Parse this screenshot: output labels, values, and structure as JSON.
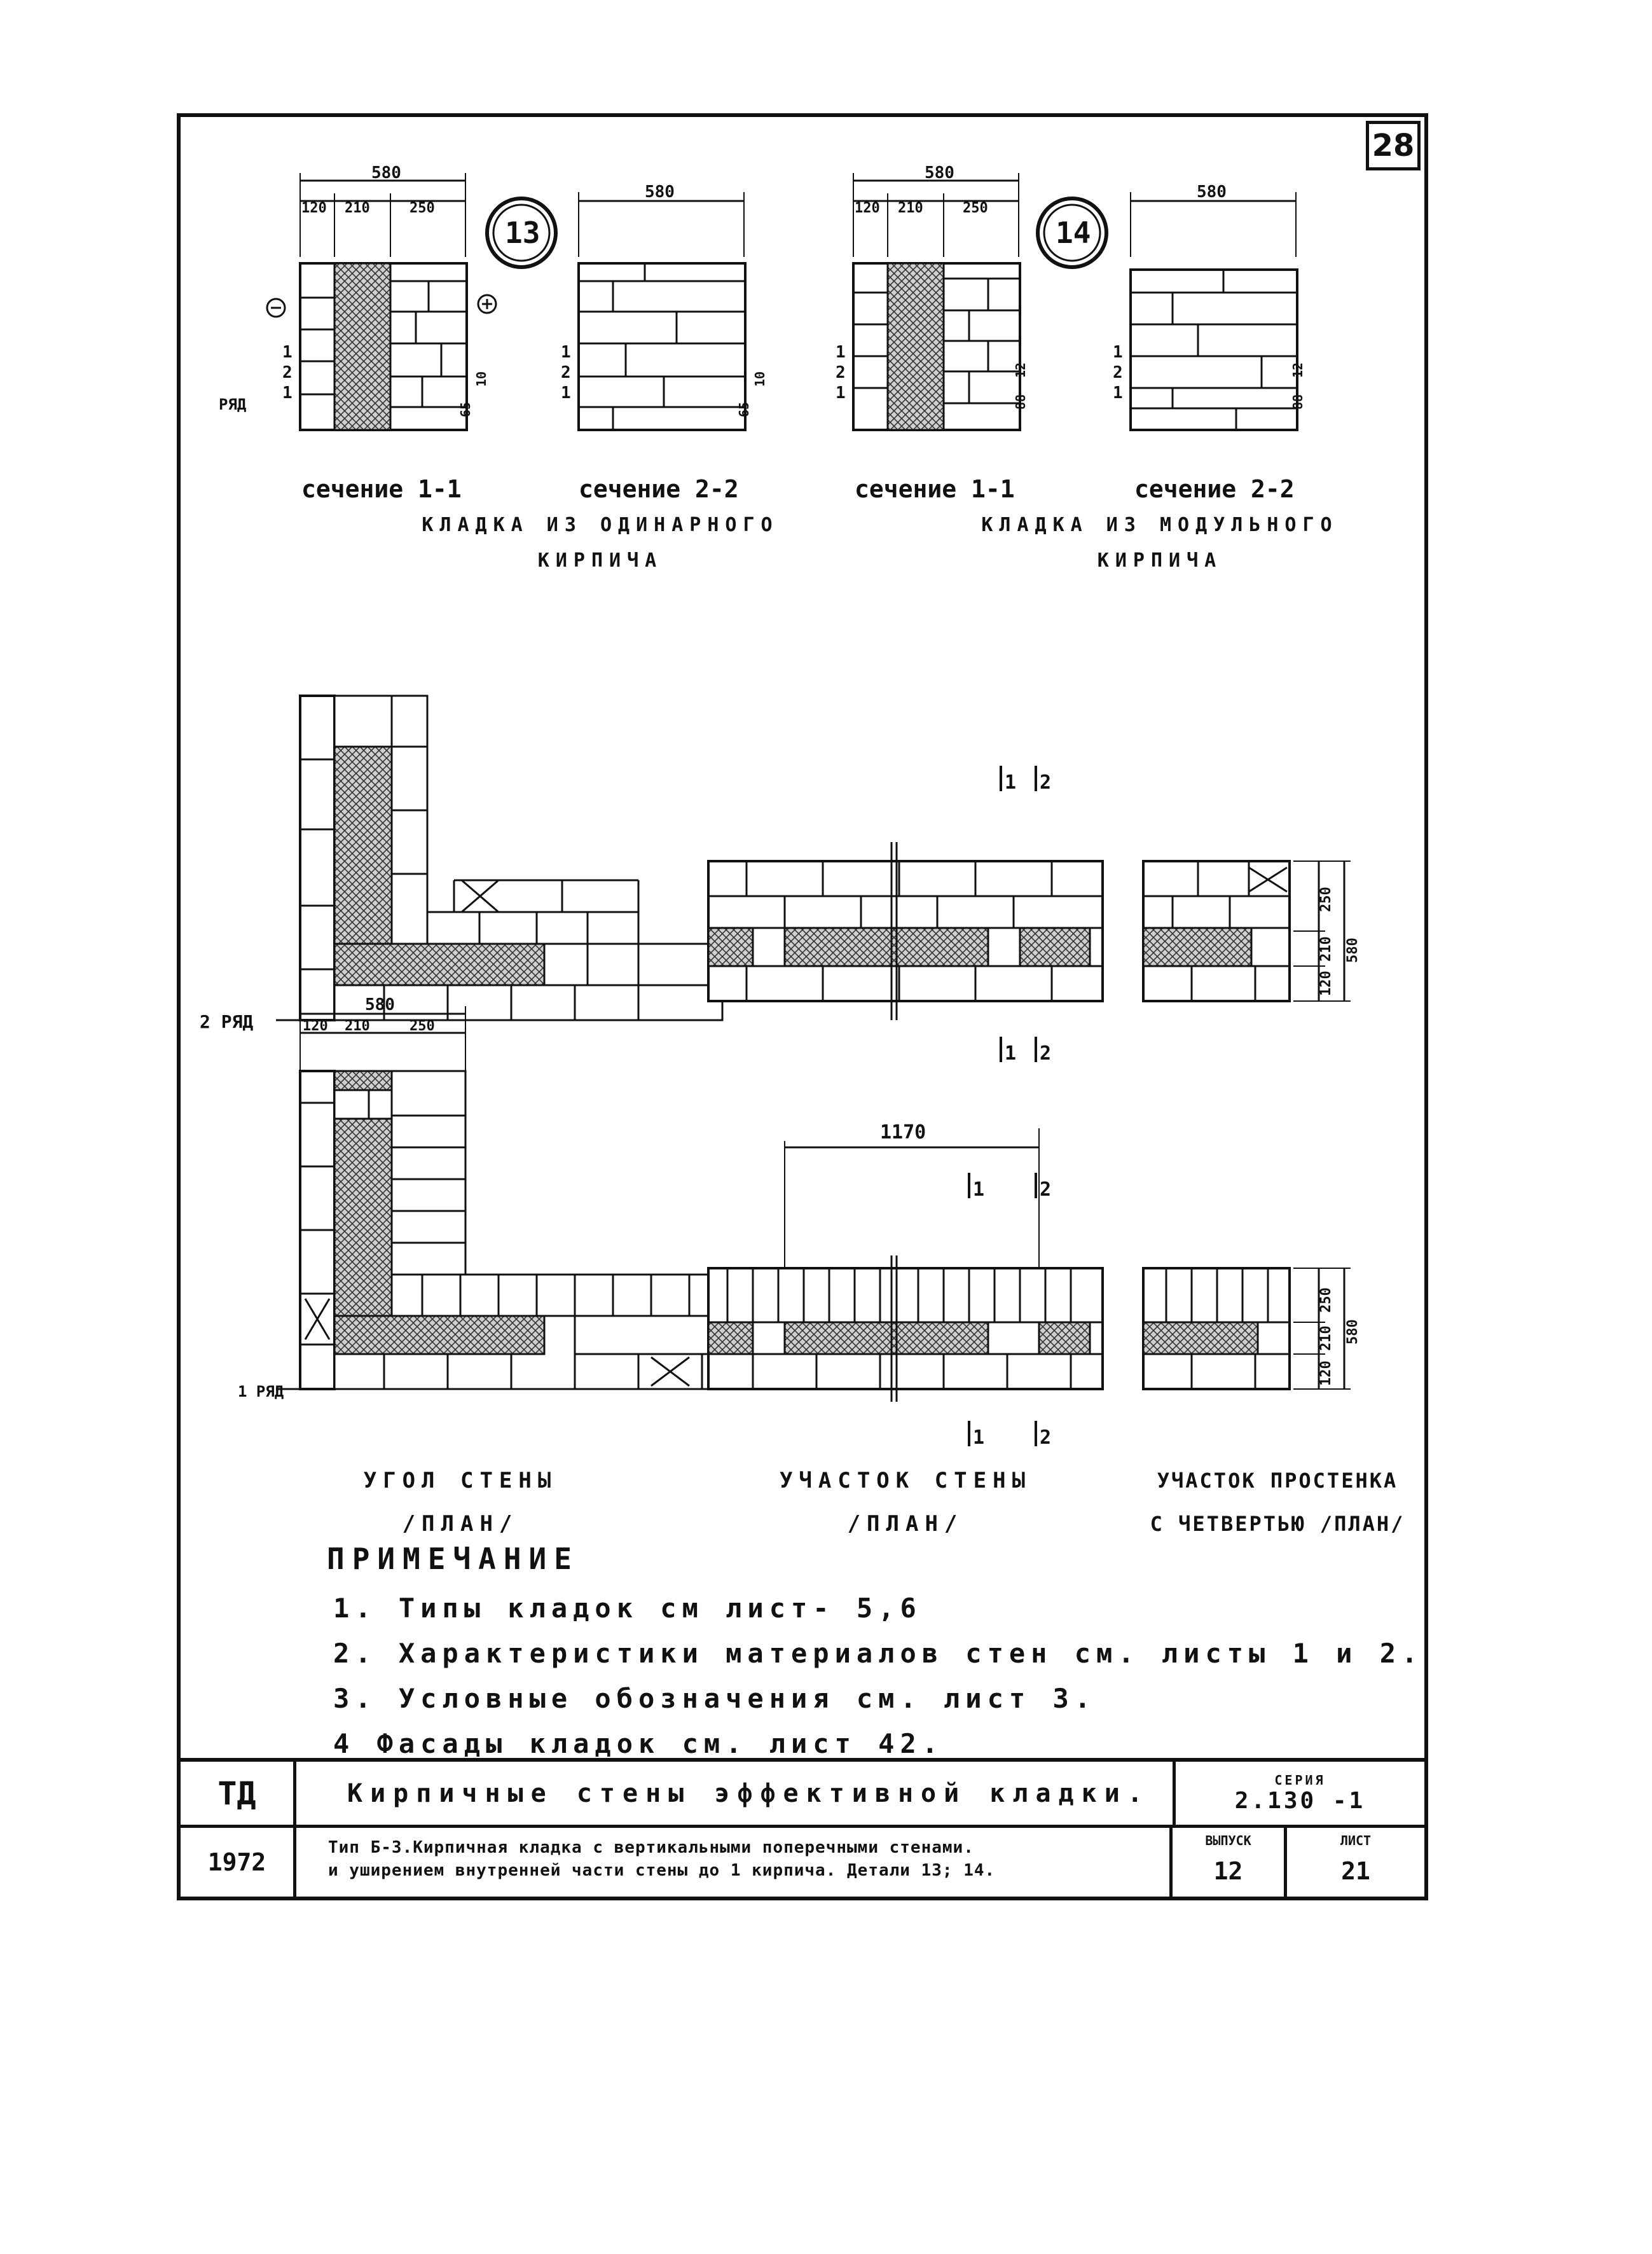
{
  "page_number": "28",
  "detail_13": "13",
  "detail_14": "14",
  "sections": {
    "s1_label": "сечение 1-1",
    "s2_label": "сечение 2-2",
    "s3_label": "сечение 1-1",
    "s4_label": "сечение 2-2",
    "minus": "−",
    "plus": "+",
    "row_word": "РЯД",
    "rows": [
      "1",
      "2",
      "1"
    ],
    "dim_total": "580",
    "dim_parts": [
      "120",
      "210",
      "250"
    ],
    "dim_65": "65",
    "dim_10": "10",
    "dim_12": "12",
    "dim_88": "88"
  },
  "group_titles": {
    "single_brick": "КЛАДКА ИЗ ОДИНАРНОГО\nКИРПИЧА",
    "modular_brick": "КЛАДКА ИЗ МОДУЛЬНОГО\nКИРПИЧА"
  },
  "plans": {
    "row2_label": "2 РЯД",
    "row1_label": "1 РЯД",
    "cut1": "1",
    "cut2": "2",
    "dim_1170": "1170",
    "dim_580": "580",
    "dim_250": "250",
    "dim_210": "210",
    "dim_120": "120"
  },
  "captions": {
    "corner": "УГОЛ СТЕНЫ\n/ПЛАН/",
    "wall": "УЧАСТОК СТЕНЫ\n/ПЛАН/",
    "pier": "УЧАСТОК ПРОСТЕНКА\nС ЧЕТВЕРТЬЮ /ПЛАН/"
  },
  "notes": {
    "heading": "ПРИМЕЧАНИЕ",
    "items": [
      "1. Типы кладок см лист- 5,6",
      "2. Характеристики материалов стен см. листы 1 и 2.",
      "3. Условные обозначения см. лист 3.",
      "4 Фасады кладок см. лист 42."
    ]
  },
  "title_block": {
    "org": "ТД",
    "year": "1972",
    "title": "Кирпичные стены эффективной кладки.",
    "subtitle_1": "Тип Б-3.Кирпичная кладка с вертикальными поперечными стенами.",
    "subtitle_2": "и уширением внутренней части стены до 1 кирпича. Детали 13; 14.",
    "series_label": "СЕРИЯ",
    "series_value": "2.130 -1",
    "issue_label": "ВЫПУСК",
    "issue_value": "12",
    "sheet_label": "ЛИСТ",
    "sheet_value": "21"
  }
}
